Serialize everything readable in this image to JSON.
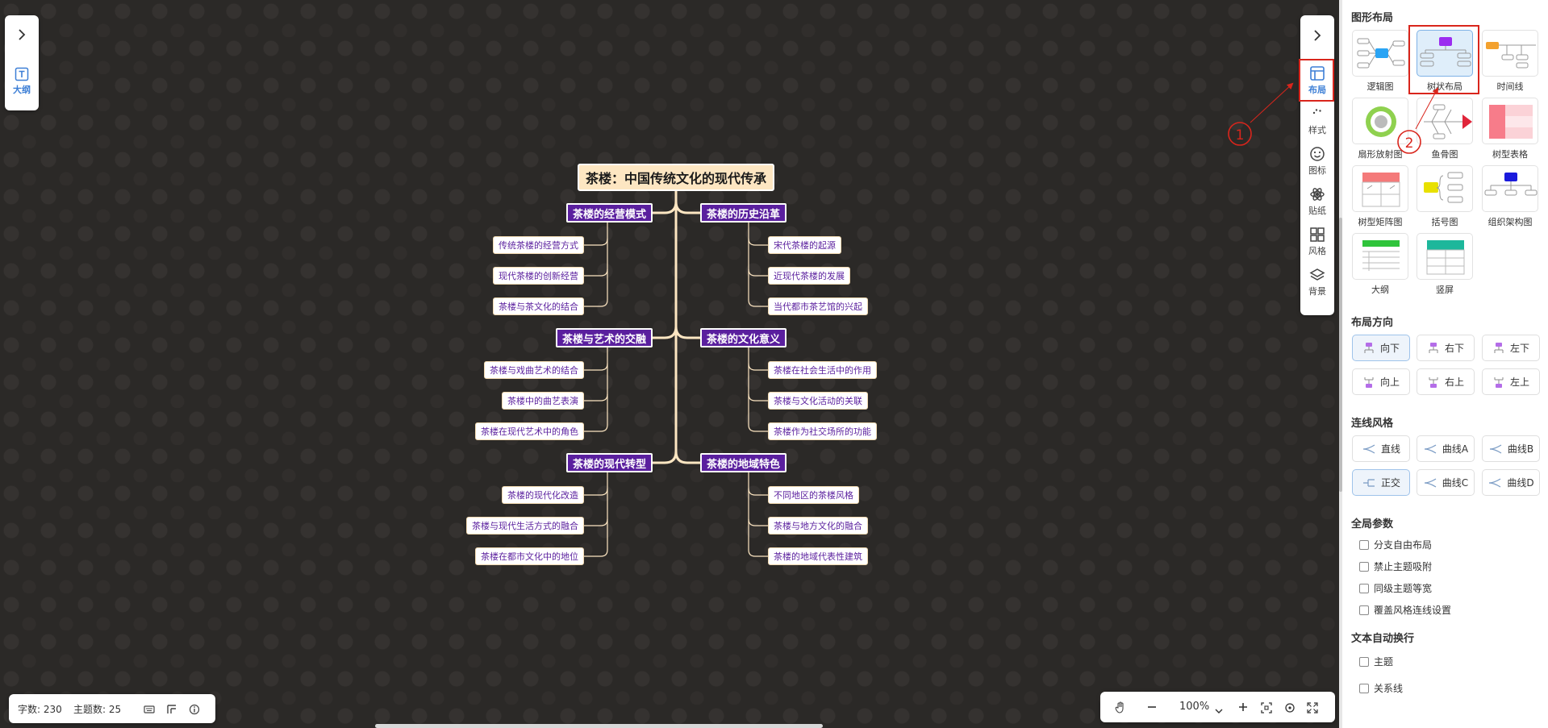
{
  "left_toolbar": {
    "outline_label": "大纲"
  },
  "mindmap": {
    "root": "茶楼：中国传统文化的现代传承",
    "branches": [
      {
        "label": "茶楼的经营模式",
        "children": [
          "传统茶楼的经营方式",
          "现代茶楼的创新经营",
          "茶楼与茶文化的结合"
        ]
      },
      {
        "label": "茶楼的历史沿革",
        "children": [
          "宋代茶楼的起源",
          "近现代茶楼的发展",
          "当代都市茶艺馆的兴起"
        ]
      },
      {
        "label": "茶楼与艺术的交融",
        "children": [
          "茶楼与戏曲艺术的结合",
          "茶楼中的曲艺表演",
          "茶楼在现代艺术中的角色"
        ]
      },
      {
        "label": "茶楼的文化意义",
        "children": [
          "茶楼在社会生活中的作用",
          "茶楼与文化活动的关联",
          "茶楼作为社交场所的功能"
        ]
      },
      {
        "label": "茶楼的现代转型",
        "children": [
          "茶楼的现代化改造",
          "茶楼与现代生活方式的融合",
          "茶楼在都市文化中的地位"
        ]
      },
      {
        "label": "茶楼的地域特色",
        "children": [
          "不同地区的茶楼风格",
          "茶楼与地方文化的融合",
          "茶楼的地域代表性建筑"
        ]
      }
    ]
  },
  "annotations": {
    "marker1": "1",
    "marker2": "2"
  },
  "right_toolbar": {
    "items": [
      {
        "label": "布局",
        "icon": "layout-icon"
      },
      {
        "label": "样式",
        "icon": "palette-icon"
      },
      {
        "label": "图标",
        "icon": "smiley-icon"
      },
      {
        "label": "贴纸",
        "icon": "sticker-icon"
      },
      {
        "label": "风格",
        "icon": "grid-icon"
      },
      {
        "label": "背景",
        "icon": "layers-icon"
      }
    ]
  },
  "panel": {
    "layout_title": "图形布局",
    "layouts": [
      "逻辑图",
      "树状布局",
      "时间线",
      "扇形放射图",
      "鱼骨图",
      "树型表格",
      "树型矩阵图",
      "括号图",
      "组织架构图",
      "大纲",
      "竖屏"
    ],
    "direction_title": "布局方向",
    "directions": [
      "向下",
      "右下",
      "左下",
      "向上",
      "右上",
      "左上"
    ],
    "line_title": "连线风格",
    "line_styles": [
      "直线",
      "曲线A",
      "曲线B",
      "正交",
      "曲线C",
      "曲线D"
    ],
    "global_title": "全局参数",
    "global_options": [
      "分支自由布局",
      "禁止主题吸附",
      "同级主题等宽",
      "覆盖风格连线设置"
    ],
    "wrap_title": "文本自动换行",
    "wrap_options": [
      "主题",
      "关系线"
    ]
  },
  "status": {
    "word_count": "字数: 230",
    "topic_count": "主题数: 25"
  },
  "zoom": {
    "value": "100%"
  },
  "colors": {
    "branch": "#5a1f9e",
    "root_bg": "#fde6c2",
    "accent": "#3d7fd6",
    "highlight": "#d9251c"
  }
}
